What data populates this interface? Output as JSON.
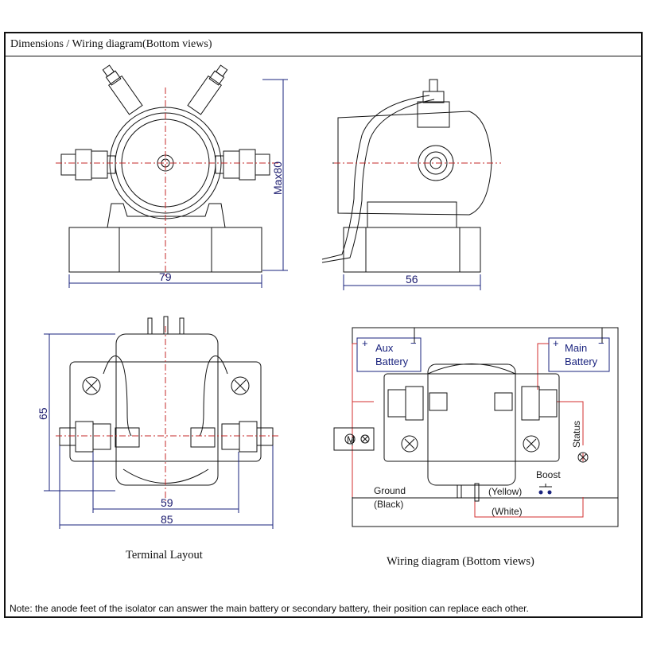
{
  "header": {
    "title": "Dimensions / Wiring diagram(Bottom views)"
  },
  "dimensions": {
    "top_left_width": "79",
    "top_left_height": "Max80",
    "top_right_width": "56",
    "bottom_left_height": "65",
    "bottom_left_inner": "59",
    "bottom_left_outer": "85"
  },
  "wiring": {
    "aux_battery": "Aux\nBattery",
    "aux_line1": "Aux",
    "aux_line2": "Battery",
    "main_line1": "Main",
    "main_line2": "Battery",
    "plus": "+",
    "minus": "−",
    "ground_line1": "Ground",
    "ground_line2": "(Black)",
    "yellow": "(Yellow)",
    "white": "(White)",
    "boost": "Boost",
    "status": "Status",
    "motor": "M"
  },
  "captions": {
    "terminal_layout": "Terminal Layout",
    "wiring_diagram": "Wiring diagram (Bottom views)"
  },
  "note": "Note: the anode feet of the isolator can answer the main battery or secondary battery, their position can replace each other.",
  "colors": {
    "line": "#111111",
    "center": "#c62828",
    "dimension": "#1a237e",
    "wire_red": "#d32f2f"
  }
}
